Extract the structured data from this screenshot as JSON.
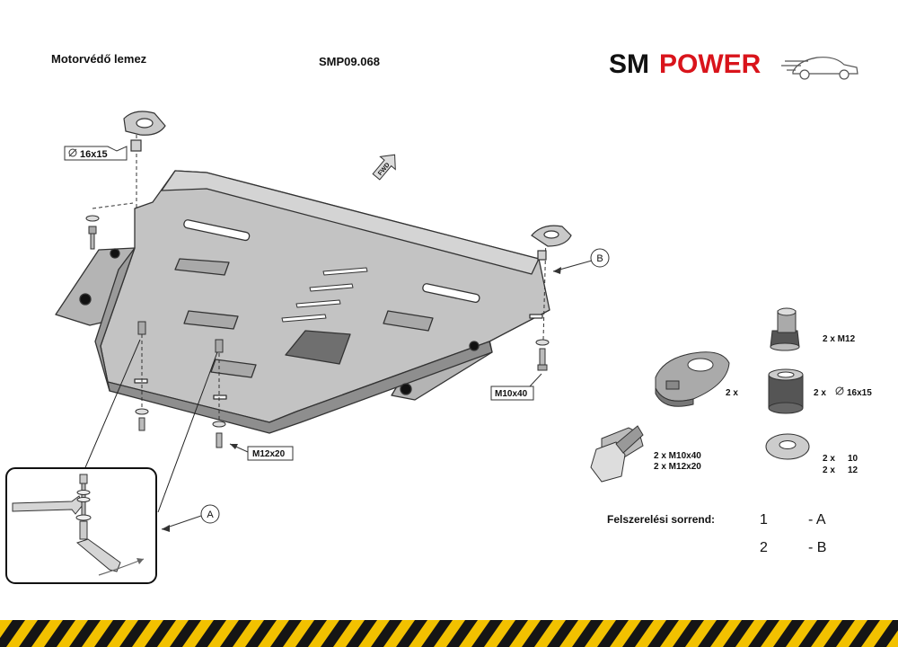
{
  "header": {
    "title": "Motorvédő lemez",
    "code": "SMP09.068"
  },
  "logo": {
    "part1": "SM",
    "part2": "POWER",
    "part1_color": "#111111",
    "part2_color": "#d9141b"
  },
  "callouts": {
    "b": "B",
    "a": "A",
    "fwd": "FWD",
    "bolt_m10": "M10x40",
    "bolt_m12": "M12x20",
    "spacer_top": "16x15"
  },
  "parts": {
    "nut_qty": "2 x M12",
    "plate_qty": "2 x",
    "spacer_qty": "2 x",
    "spacer_size": "16x15",
    "bolts_line1": "2 x  M10x40",
    "bolts_line2": "2 x  M12x20",
    "washer_line1_qty": "2 x",
    "washer_line1_size": "10",
    "washer_line2_qty": "2 x",
    "washer_line2_size": "12"
  },
  "sequence": {
    "label": "Felszerelési sorrend:",
    "rows": [
      {
        "step": "1",
        "ref": "- A"
      },
      {
        "step": "2",
        "ref": "- B"
      }
    ]
  },
  "colors": {
    "plate_fill": "#bfbfbf",
    "plate_dark": "#8e8e8e",
    "stripe_yellow": "#f2c100",
    "stripe_black": "#151515"
  }
}
